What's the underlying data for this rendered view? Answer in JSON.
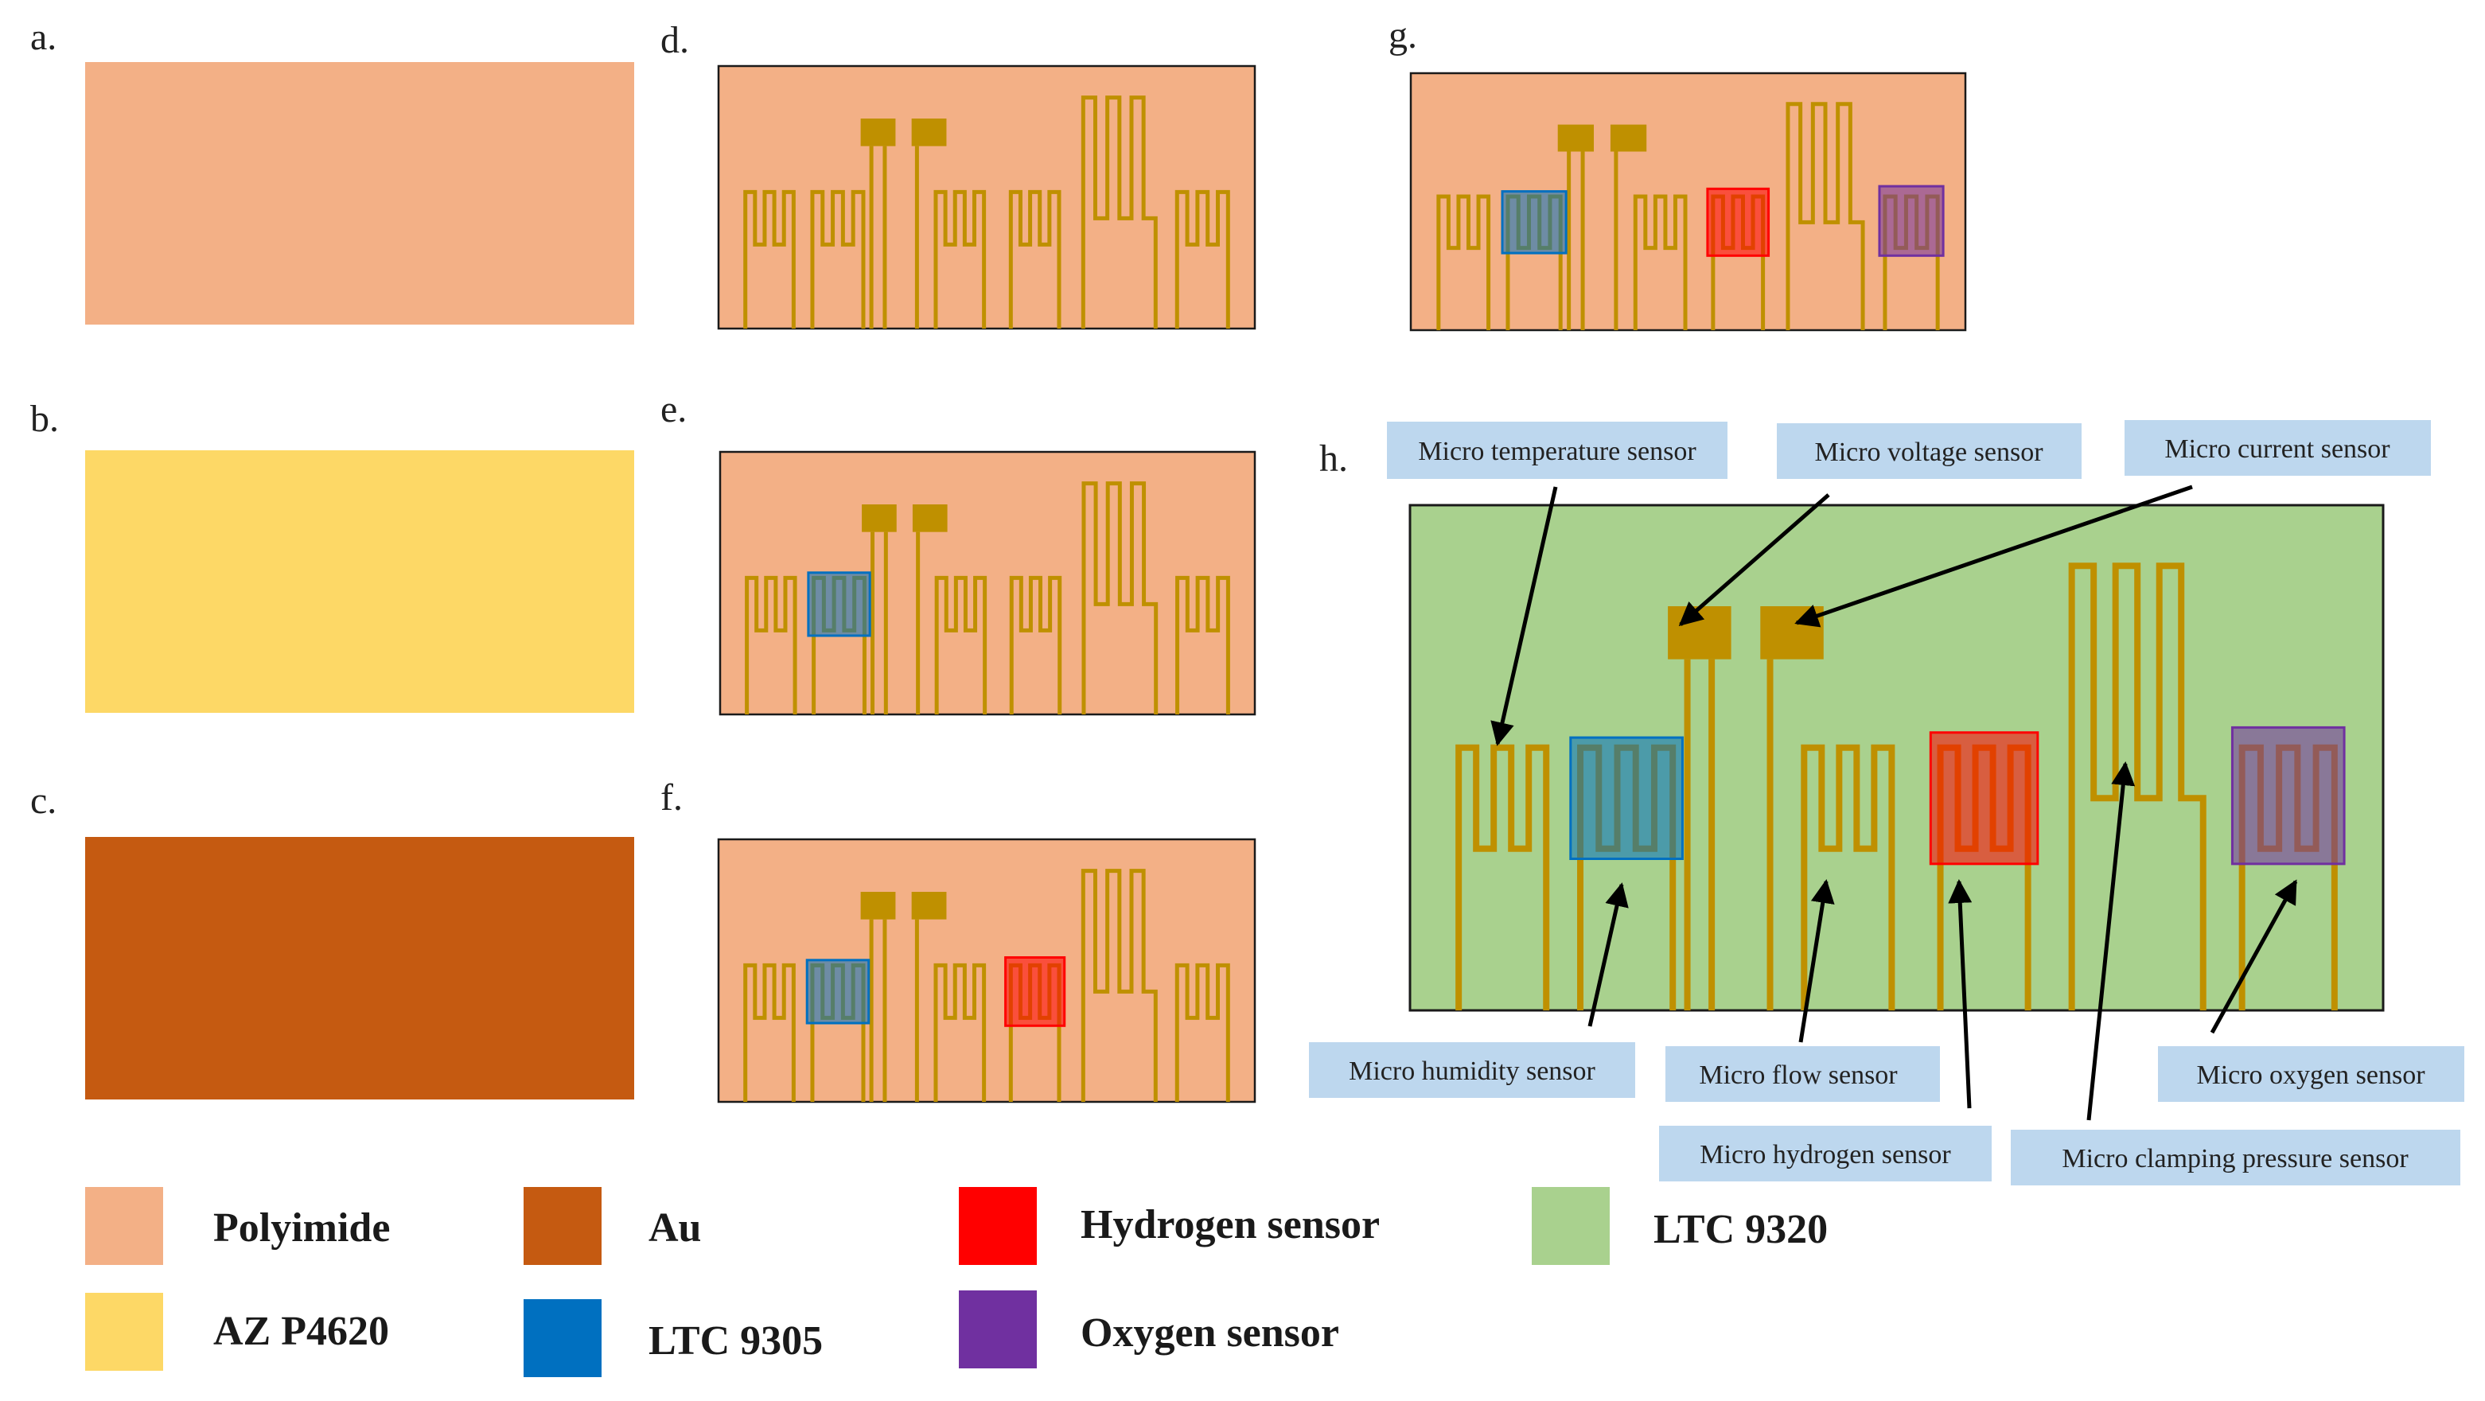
{
  "colors": {
    "polyimide": "#F3B086",
    "az": "#FDD866",
    "au": "#C55A11",
    "gold_pattern": "#BF9000",
    "hydrogen": "#FF0000",
    "ltc9305": "#0070C0",
    "oxygen": "#7030A0",
    "ltc9320": "#A9D18E",
    "label_bg": "#BDD7EE"
  },
  "panels": {
    "a": "a.",
    "b": "b.",
    "c": "c.",
    "d": "d.",
    "e": "e.",
    "f": "f.",
    "g": "g.",
    "h": "h."
  },
  "sensor_labels": {
    "temperature": "Micro temperature sensor",
    "voltage": "Micro voltage sensor",
    "current": "Micro current sensor",
    "humidity": "Micro humidity sensor",
    "flow": "Micro flow sensor",
    "hydrogen": "Micro hydrogen sensor",
    "oxygen": "Micro oxygen sensor",
    "clamping": "Micro clamping pressure sensor"
  },
  "legend": [
    {
      "label": "Polyimide",
      "color": "#F3B086"
    },
    {
      "label": "Au",
      "color": "#C55A11"
    },
    {
      "label": "Hydrogen sensor",
      "color": "#FF0000"
    },
    {
      "label": "LTC 9320",
      "color": "#A9D18E"
    },
    {
      "label": "AZ P4620",
      "color": "#FDD866"
    },
    {
      "label": "LTC 9305",
      "color": "#0070C0"
    },
    {
      "label": "Oxygen sensor",
      "color": "#7030A0"
    }
  ]
}
